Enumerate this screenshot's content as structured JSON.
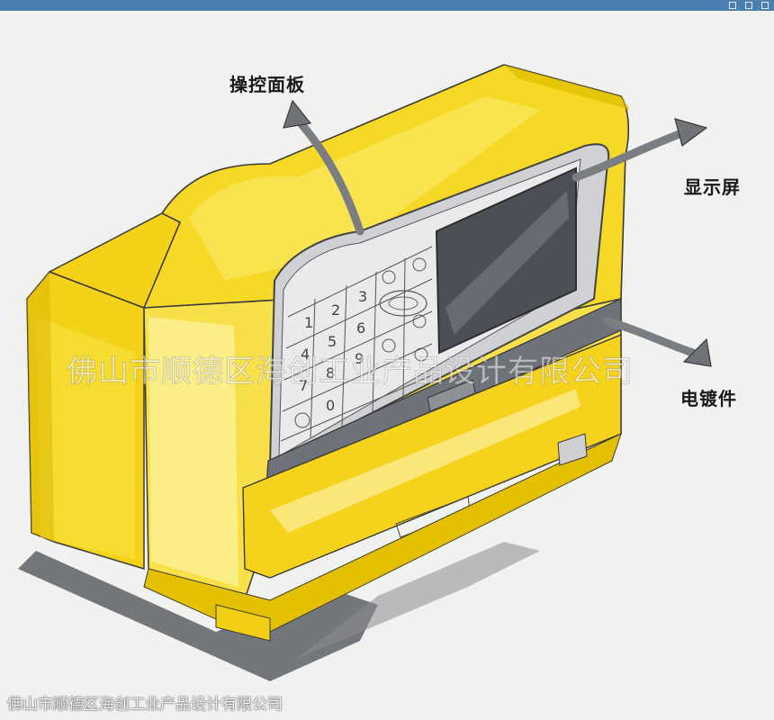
{
  "labels": {
    "control_panel": "操控面板",
    "display": "显示屏",
    "plating": "电镀件"
  },
  "keypad": [
    "1",
    "2",
    "3",
    "4",
    "5",
    "6",
    "7",
    "8",
    "9",
    "0"
  ],
  "watermark": "佛山市顺德区海创工业产品设计有限公司",
  "caption": "佛山市顺德区海创工业产品设计有限公司",
  "colors": {
    "body_yellow": "#f4d21a",
    "marker_grey": "#6f7278",
    "screen_dark": "#4c4f55",
    "paper": "#f1f1ef",
    "titlebar": "#4a7fb0"
  }
}
